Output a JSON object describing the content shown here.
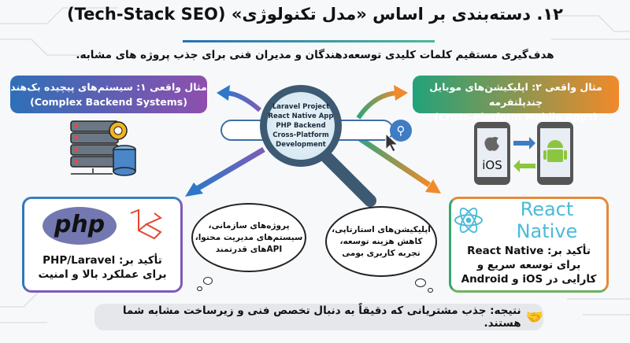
{
  "title": "۱۲. دسته‌بندی بر اساس «مدل تکنولوژی» (Tech-Stack SEO)",
  "subtitle": "هدف‌گیری مستقیم کلمات کلیدی توسعه‌دهندگان و مدیران فنی برای جذب پروژه های مشابه.",
  "search_keywords": [
    "Laravel Project",
    "React Native App",
    "PHP Backend",
    "Cross-Platform",
    "Development"
  ],
  "left": {
    "header_fa": "مثال واقعی ۱: سیستم‌های پیچیده بک‌هند",
    "header_en": "(Complex Backend Systems)",
    "logo_text": "php",
    "card_text": "تأکید بر: PHP/Laravel برای عملکرد بالا و امنیت",
    "bubble": [
      "پروژه‌های سازمانی،",
      "سیستم‌های مدیریت محتوا،",
      "APIهای قدرتمند"
    ]
  },
  "right": {
    "header_fa": "مثال واقعی ۲: اپلیکیشن‌های موبایل چندپلتفرمه",
    "header_en": "(Cross-Platform Mobile Apps)",
    "ios_label": "iOS",
    "logo_text": "React Native",
    "card_text": "تأکید بر: React Native برای توسعه سریع و کارایی در iOS و Android",
    "bubble": [
      "اپلیکیشن‌های استارتاپی،",
      "کاهش هزینه توسعه،",
      "تجربه کاربری بومی"
    ]
  },
  "result": "نتیجه: جذب مشتریانی که دقیقاً به دنبال تخصص فنی و زیرساخت مشابه شما هستند.",
  "colors": {
    "blue": "#2f6fb8",
    "purple": "#8e4fae",
    "green": "#22a27a",
    "orange": "#f08a2a"
  }
}
